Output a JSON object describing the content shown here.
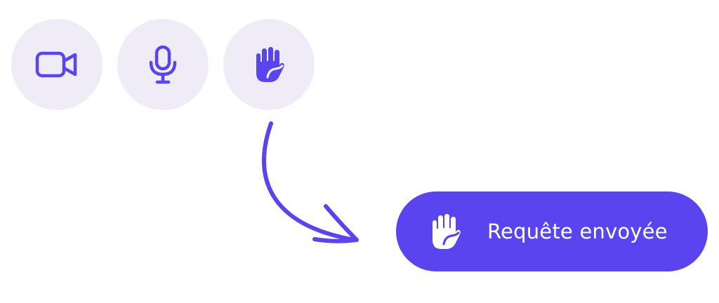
{
  "controls": [
    {
      "id": "camera",
      "icon": "video-camera-icon"
    },
    {
      "id": "microphone",
      "icon": "microphone-icon"
    },
    {
      "id": "raise-hand",
      "icon": "raised-hand-icon"
    }
  ],
  "notification": {
    "label": "Requête envoyée",
    "icon": "raised-hand-icon"
  },
  "colors": {
    "accent": "#5a44f0",
    "button_bg": "#efecf7",
    "on_accent": "#ffffff"
  }
}
